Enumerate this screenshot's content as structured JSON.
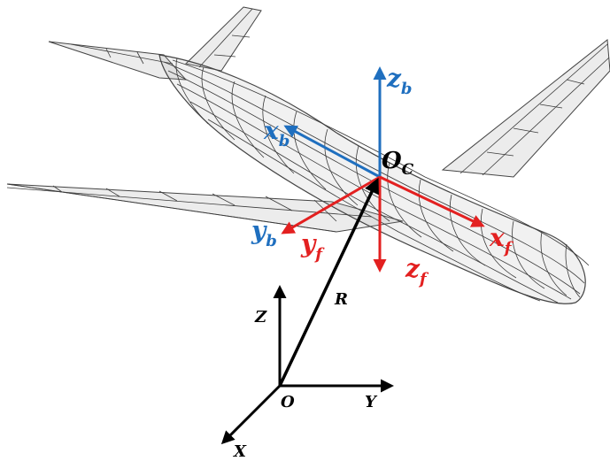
{
  "colors": {
    "body_frame": "#1f6fbf",
    "flight_frame": "#e32020",
    "inertial_frame": "#000000",
    "mesh": "#3a3a3a"
  },
  "labels": {
    "zb_main": "z",
    "zb_sub": "b",
    "xb_main": "x",
    "xb_sub": "b",
    "yb_main": "y",
    "yb_sub": "b",
    "oc_main": "O",
    "oc_sub": "C",
    "yf_main": "y",
    "yf_sub": "f",
    "xf_main": "x",
    "xf_sub": "f",
    "zf_main": "z",
    "zf_sub": "f",
    "R": "R",
    "Z": "Z",
    "O": "O",
    "Y": "Y",
    "X": "X"
  }
}
